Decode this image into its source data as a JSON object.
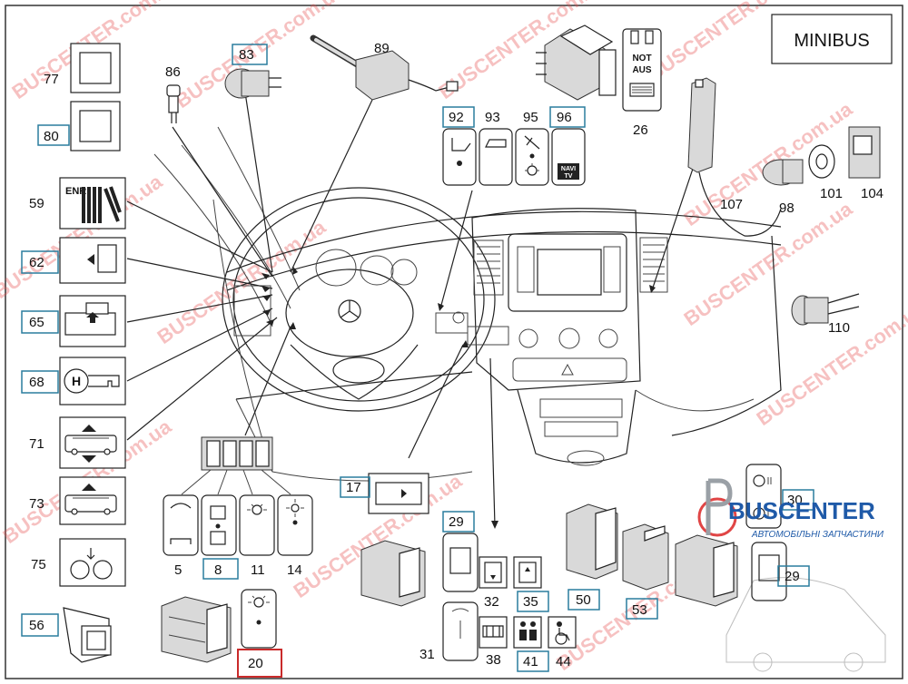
{
  "title": "MINIBUS",
  "watermark": "BUSCENTER.com.ua",
  "logo": {
    "name": "BUSCENTER",
    "tagline": "АВТОМОБІЛЬНІ ЗАПЧАСТИНИ"
  },
  "switch_texts": {
    "not_aus_1": "NOT",
    "not_aus_2": "AUS",
    "navi": "NAVI",
    "tv": "TV",
    "enr": "ENR"
  },
  "labels": {
    "l77": "77",
    "l80": "80",
    "l86": "86",
    "l83": "83",
    "l89": "89",
    "l26": "26",
    "l92": "92",
    "l93": "93",
    "l95": "95",
    "l96": "96",
    "l59": "59",
    "l62": "62",
    "l65": "65",
    "l68": "68",
    "l71": "71",
    "l73": "73",
    "l75": "75",
    "l56": "56",
    "l107": "107",
    "l98": "98",
    "l101": "101",
    "l104": "104",
    "l110": "110",
    "l5": "5",
    "l8": "8",
    "l11": "11",
    "l14": "14",
    "l17": "17",
    "l29a": "29",
    "l29b": "29",
    "l30": "30",
    "l32": "32",
    "l35": "35",
    "l50": "50",
    "l53": "53",
    "l20": "20",
    "l31": "31",
    "l38": "38",
    "l41": "41",
    "l44": "44"
  }
}
